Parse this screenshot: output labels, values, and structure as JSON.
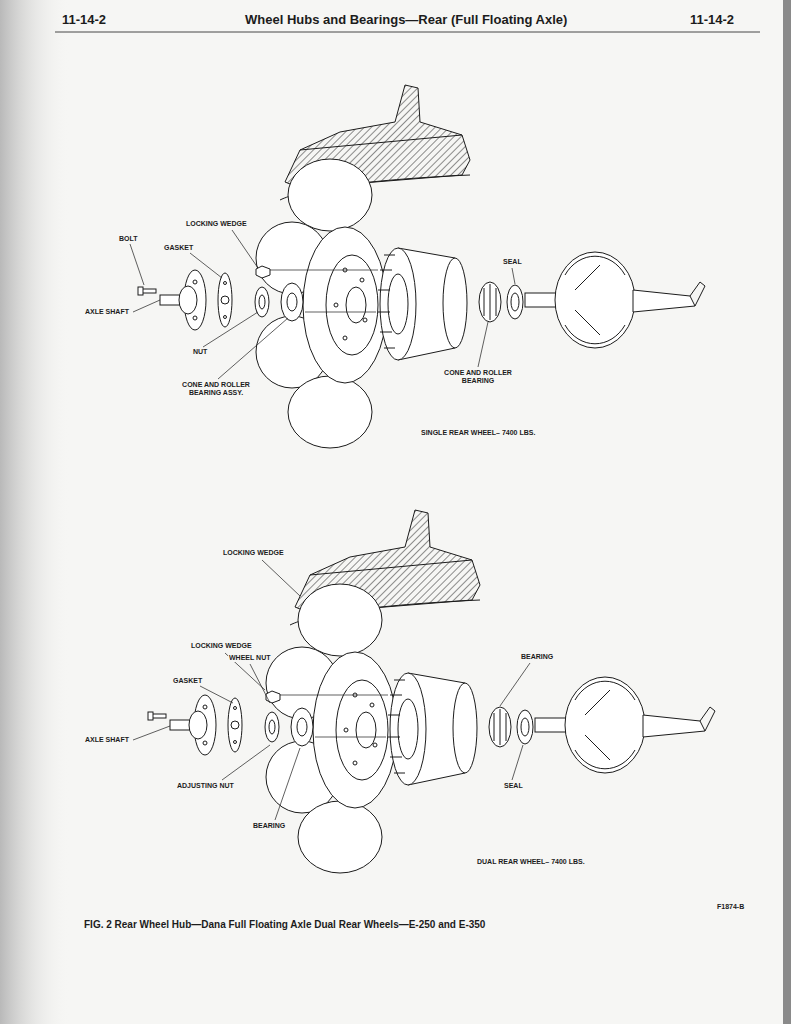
{
  "diagram": {
    "title": "Wheel Hubs and Bearings—Rear (Full Floating Axle)",
    "caption": "FIG. 2 Rear Wheel Hub—Dana Full Floating Axle Dual Rear Wheels—E-250 and E-350",
    "labels": [
      "11-14-2",
      "11-14-2",
      "LOCKING WEDGE",
      "BOLT",
      "GASKET",
      "SEAL",
      "AXLE SHAFT",
      "NUT",
      "CONE AND ROLLER BEARING ASSY.",
      "CONE AND ROLLER BEARING",
      "SINGLE REAR WHEEL– 7400 LBS.",
      "LOCKING WEDGE",
      "LOCKING WEDGE",
      "WHEEL NUT",
      "GASKET",
      "BEARING",
      "AXLE SHAFT",
      "ADJUSTING NUT",
      "SEAL",
      "BEARING",
      "DUAL REAR WHEEL– 7400 LBS.",
      "F1874-B"
    ]
  }
}
